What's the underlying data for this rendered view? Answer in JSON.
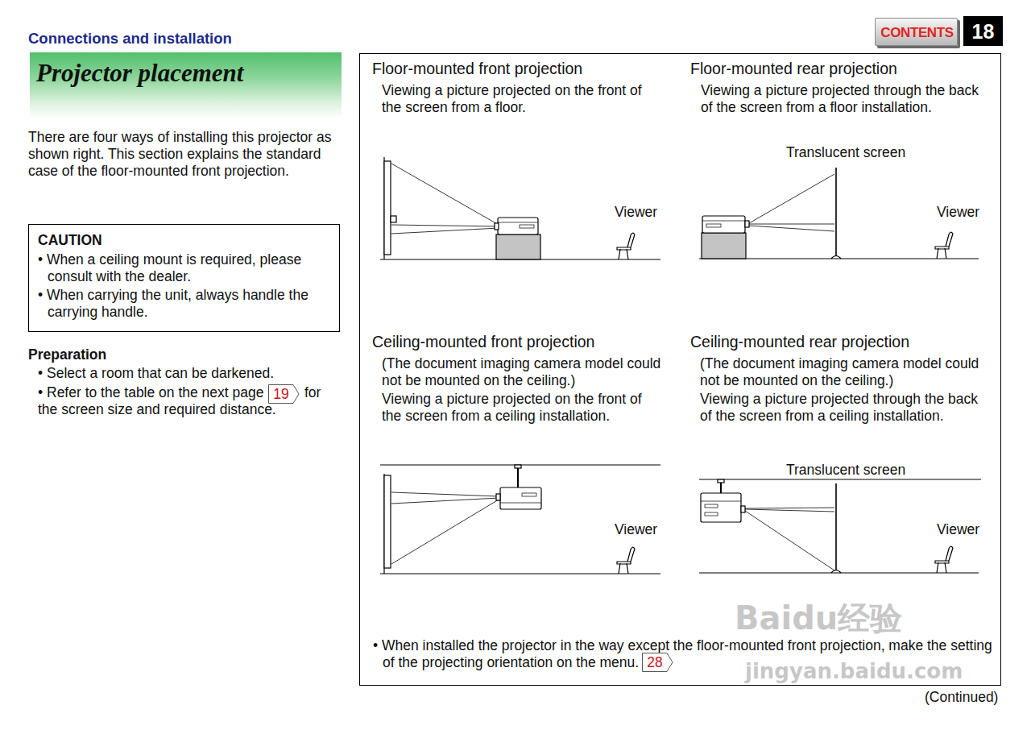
{
  "diagram": {
    "nodes": [
      {
        "text": [
          "CONTENTS"
        ]
      },
      {
        "text": [
          "18"
        ]
      },
      {
        "text": [
          "Projector placement"
        ]
      },
      {
        "text": [
          "CAUTION",
          "• When a ceiling mount is required, please consult with the dealer.",
          "• When carrying the unit, always handle the carrying handle."
        ]
      },
      {
        "text": [
          "19"
        ]
      },
      {
        "text": [
          "Floor-mounted front projection",
          "Viewing a picture projected on the front of the screen from a floor.",
          "Viewer",
          "Floor-mounted rear projection",
          "Viewing a picture projected through the back of the screen from a floor installation.",
          "Translucent screen",
          "Viewer",
          "Ceiling-mounted front projection",
          "(The document imaging camera model could not be mounted on the ceiling.)",
          "Viewing a picture projected on the front of the screen from a ceiling installation.",
          "Viewer",
          "Ceiling-mounted rear projection",
          "(The document imaging camera model could not be mounted on the ceiling.)",
          "Viewing a picture projected through the back of the screen from a ceiling installation.",
          "Translucent screen",
          "Viewer",
          "• When installed the projector in the way except the floor-mounted front projection, make the setting of the projecting orientation on the menu."
        ]
      },
      {
        "text": [
          "28"
        ],
        "in": 5
      }
    ],
    "labels": [
      "Connections and installation",
      "There are four ways of installing this projector as shown right. This section explains the standard case of the floor-mounted front projection.",
      "Preparation",
      "• Select a room that can be darkened.",
      "• Refer to the table on the next page",
      "for the screen size and required distance.",
      "(Continued)",
      "Baidu经验",
      "jingyan.baidu.com"
    ]
  }
}
